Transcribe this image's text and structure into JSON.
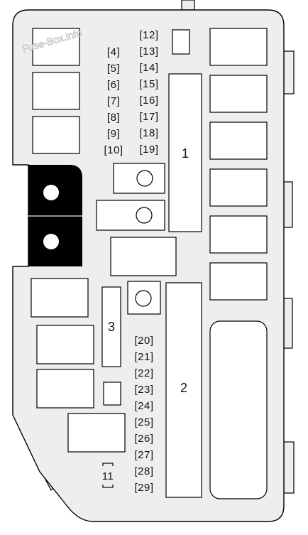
{
  "watermark": "Fuse-Box.info",
  "colors": {
    "housing": "#eeeeee",
    "outline": "#000000",
    "relay_fill": "#ffffff",
    "block_fill": "#000000"
  },
  "fuses_left": [
    {
      "num": "4"
    },
    {
      "num": "5"
    },
    {
      "num": "6"
    },
    {
      "num": "7"
    },
    {
      "num": "8"
    },
    {
      "num": "9"
    },
    {
      "num": "10"
    }
  ],
  "fuses_top_right": [
    {
      "num": "12"
    },
    {
      "num": "13"
    },
    {
      "num": "14"
    },
    {
      "num": "15"
    },
    {
      "num": "16"
    },
    {
      "num": "17"
    },
    {
      "num": "18"
    },
    {
      "num": "19"
    }
  ],
  "fuses_bottom": [
    {
      "num": "20"
    },
    {
      "num": "21"
    },
    {
      "num": "22"
    },
    {
      "num": "23"
    },
    {
      "num": "24"
    },
    {
      "num": "25"
    },
    {
      "num": "26"
    },
    {
      "num": "27"
    },
    {
      "num": "28"
    },
    {
      "num": "29"
    }
  ],
  "fuse_11": "11",
  "large_fuse_labels": {
    "block_1": "1",
    "block_2": "2",
    "block_3": "3"
  }
}
